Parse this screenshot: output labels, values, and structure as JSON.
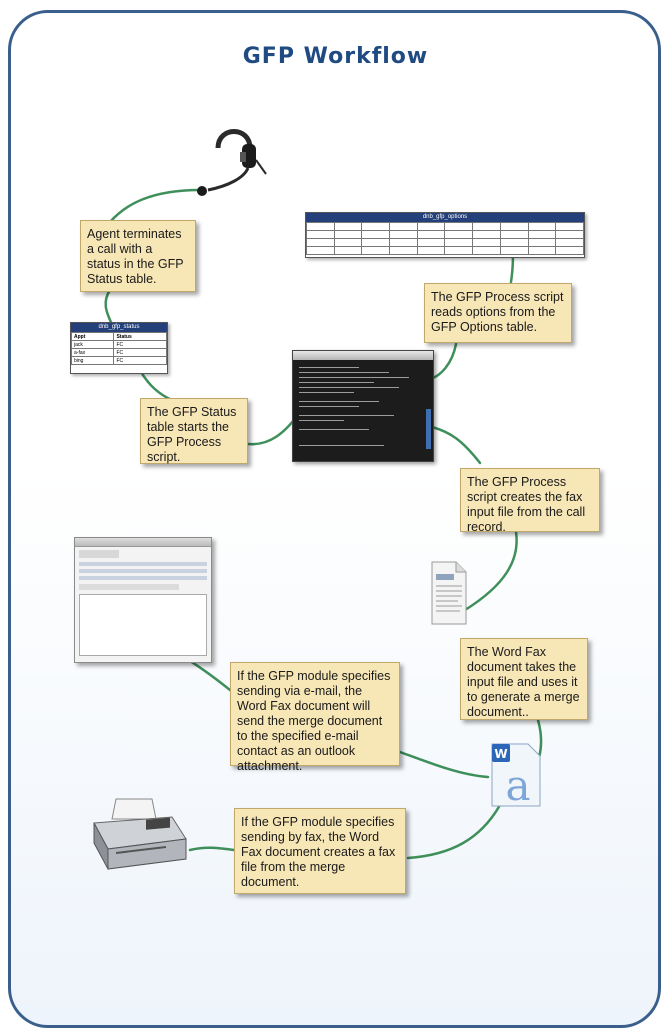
{
  "title": "GFP Workflow",
  "colors": {
    "frame": "#3a5f8c",
    "title": "#1f4a82",
    "connector": "#3e8f5a",
    "note_bg": "#f7e6b6"
  },
  "notes": {
    "agent": "Agent terminates a call with a status in the GFP Status table.",
    "process_reads": "The GFP Process script reads options from the GFP Options table.",
    "status_starts": "The GFP Status table starts the GFP Process script.",
    "creates_input": "The GFP Process script creates the fax input file from the call record.",
    "word_fax": "The Word Fax document takes the input file and uses it to generate a merge document..",
    "email": "If the GFP module specifies sending via e-mail, the Word Fax document will send the merge document to the specified e-mail contact as an outlook attachment.",
    "fax": "If the GFP module specifies sending by fax, the Word Fax document creates a fax file from the merge document."
  },
  "status_table": {
    "title": "dnb_gfp_status",
    "headers": [
      "Appt",
      "Status"
    ],
    "rows": [
      [
        "jack",
        "FC"
      ],
      [
        "a-fax",
        "FC"
      ],
      [
        "bing",
        "FC"
      ]
    ]
  },
  "options_table": {
    "title": "dnb_gfp_options"
  },
  "icons": [
    "headset-icon",
    "terminal-window-icon",
    "document-icon",
    "word-document-icon",
    "email-window-icon",
    "fax-machine-icon"
  ]
}
